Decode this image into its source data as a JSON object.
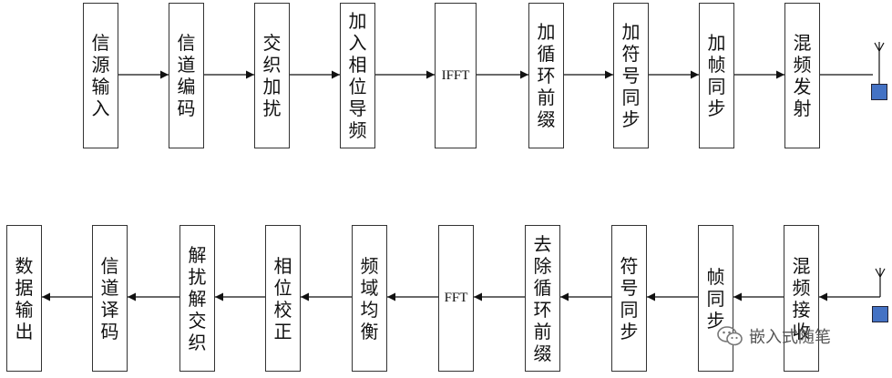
{
  "tx_chain": [
    {
      "id": "source_input",
      "label": "信\n源\n输\n入"
    },
    {
      "id": "channel_coding",
      "label": "信\n道\n编\n码"
    },
    {
      "id": "interleave_scramble",
      "label": "交\n织\n加\n扰"
    },
    {
      "id": "add_phase_pilot",
      "label": "加\n入\n相\n位\n导\n频"
    },
    {
      "id": "ifft",
      "label": "IFFT"
    },
    {
      "id": "add_cyclic_prefix",
      "label": "加\n循\n环\n前\n缀"
    },
    {
      "id": "add_symbol_sync",
      "label": "加\n符\n号\n同\n步"
    },
    {
      "id": "add_frame_sync",
      "label": "加\n帧\n同\n步"
    },
    {
      "id": "mix_transmit",
      "label": "混\n频\n发\n射"
    }
  ],
  "rx_chain": [
    {
      "id": "data_output",
      "label": "数\n据\n输\n出"
    },
    {
      "id": "channel_decoding",
      "label": "信\n道\n译\n码"
    },
    {
      "id": "descramble_deinterleave",
      "label": "解\n扰\n解\n交\n织"
    },
    {
      "id": "phase_correction",
      "label": "相\n位\n校\n正"
    },
    {
      "id": "freq_domain_equalize",
      "label": "频\n域\n均\n衡"
    },
    {
      "id": "fft",
      "label": "FFT"
    },
    {
      "id": "remove_cyclic_prefix",
      "label": "去\n除\n循\n环\n前\n缀"
    },
    {
      "id": "symbol_sync",
      "label": "符\n号\n同\n步"
    },
    {
      "id": "frame_sync",
      "label": "帧\n同\n步"
    },
    {
      "id": "mix_receive",
      "label": "混\n频\n接\n收"
    }
  ],
  "antenna_color": "#4472C4",
  "watermark": {
    "text": "嵌入式随笔",
    "icon": "wechat-icon"
  }
}
